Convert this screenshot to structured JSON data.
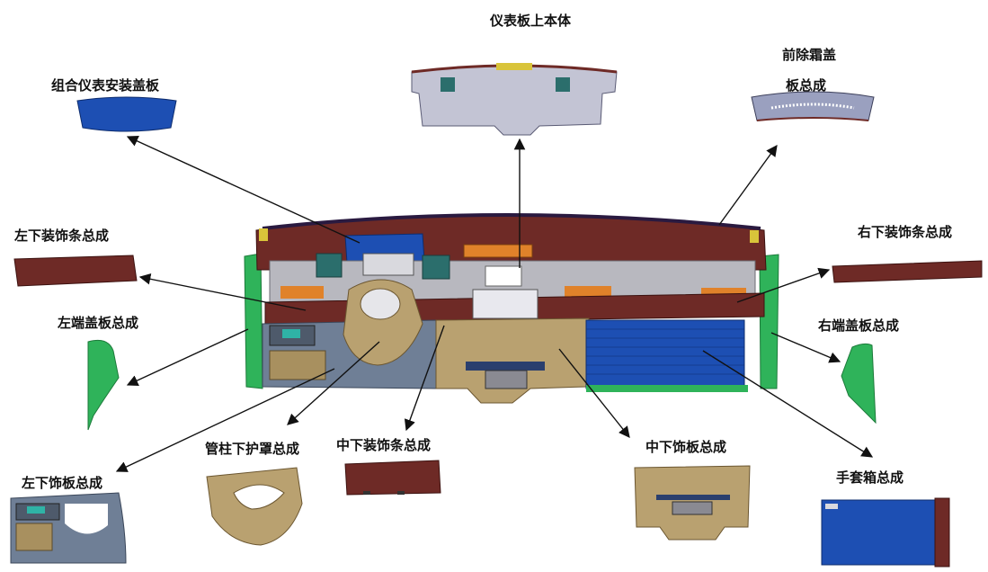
{
  "diagram": {
    "labels": {
      "upper_body": "仪表板上本体",
      "cluster_cover": "组合仪表安装盖板",
      "defroster_line1": "前除霜盖",
      "defroster_line2": "板总成",
      "left_lower_trim_strip": "左下装饰条总成",
      "right_lower_trim_strip": "右下装饰条总成",
      "left_end_cap": "左端盖板总成",
      "right_end_cap": "右端盖板总成",
      "left_lower_panel": "左下饰板总成",
      "column_shroud": "管柱下护罩总成",
      "center_lower_trim_strip": "中下装饰条总成",
      "center_lower_panel": "中下饰板总成",
      "glove_box": "手套箱总成"
    },
    "colors": {
      "maroon": "#6e2a26",
      "maroon_dark": "#4e1a17",
      "blue": "#1d4fb3",
      "green": "#2fb35a",
      "tan": "#b9a170",
      "tan_dark": "#8d7447",
      "slate": "#6f7f96",
      "gray": "#b8b8bf",
      "orange": "#e0822a",
      "arrow": "#111111"
    }
  }
}
